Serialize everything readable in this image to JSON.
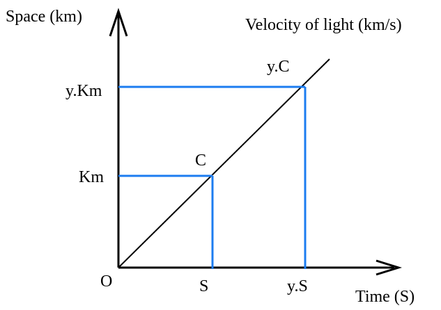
{
  "labels": {
    "y_axis": "Space (km)",
    "x_axis": "Time (S)",
    "line": "Velocity of light (km/s)",
    "origin": "O",
    "point_c": "C",
    "point_yc": "y.C",
    "y_tick_km": "Km",
    "y_tick_ykm": "y.Km",
    "x_tick_s": "S",
    "x_tick_ys": "y.S"
  },
  "colors": {
    "axes": "#000000",
    "guides": "#1c7cf0",
    "line": "#000000",
    "background": "#ffffff"
  }
}
